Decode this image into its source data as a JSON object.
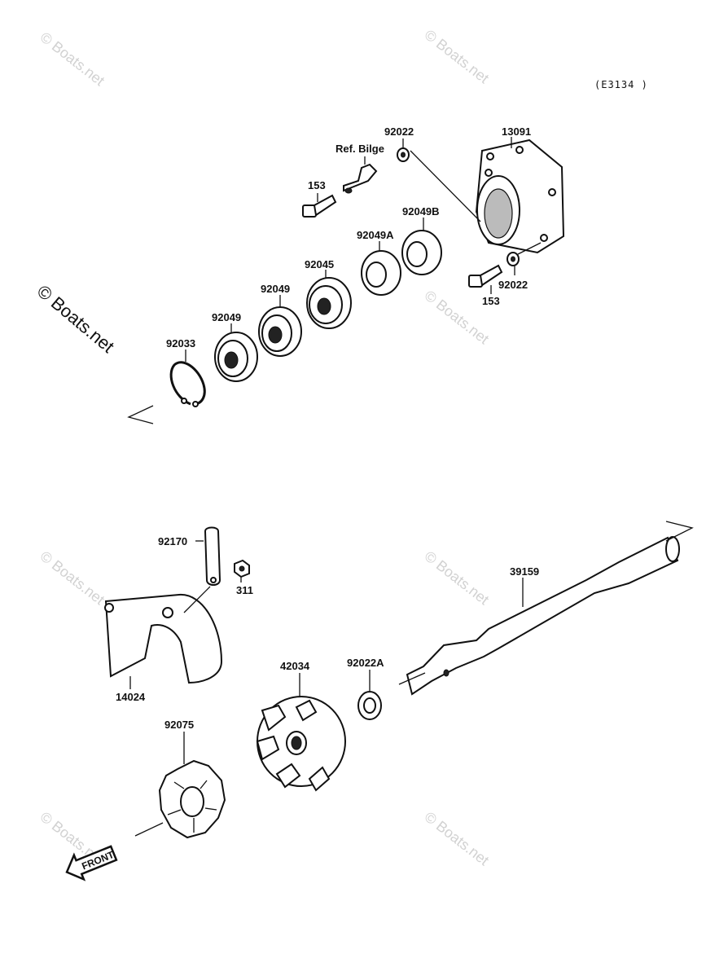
{
  "diagram": {
    "code": "(E3134 )",
    "watermark": "© Boats.net",
    "parts": {
      "p13091": "13091",
      "p92022_top": "92022",
      "ref_bilge": "Ref. Bilge",
      "p153_top": "153",
      "p92049B": "92049B",
      "p92049A": "92049A",
      "p92045": "92045",
      "p92049_a": "92049",
      "p92049_b": "92049",
      "p92033": "92033",
      "p92022_right": "92022",
      "p153_right": "153",
      "p92170": "92170",
      "p311": "311",
      "p14024": "14024",
      "p39159": "39159",
      "p42034": "42034",
      "p92022A": "92022A",
      "p92075": "92075"
    },
    "front_label": "FRONT"
  }
}
